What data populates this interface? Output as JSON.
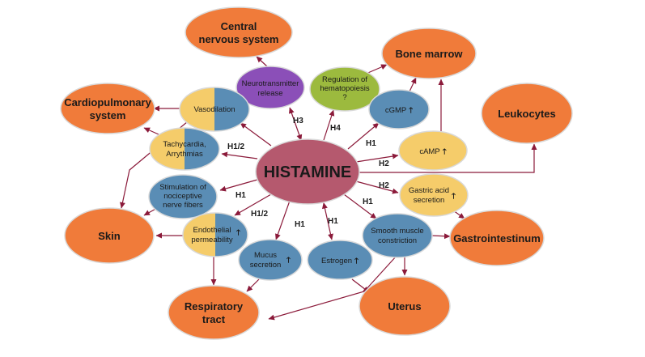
{
  "hub": {
    "label": "HISTAMINE",
    "color": "#b5596e"
  },
  "colors": {
    "organ": "#f07b3a",
    "blue": "#5a8db5",
    "yellow": "#f5cc6a",
    "purple": "#8b4fb8",
    "green": "#9cba3e",
    "arrow": "#8b1a3a"
  },
  "organs": {
    "cns": [
      "Central",
      "nervous system"
    ],
    "bone_marrow": [
      "Bone marrow"
    ],
    "cardiopulmonary": [
      "Cardiopulmonary",
      "system"
    ],
    "leukocytes": [
      "Leukocytes"
    ],
    "skin": [
      "Skin"
    ],
    "gastrointestinum": [
      "Gastrointestinum"
    ],
    "respiratory": [
      "Respiratory",
      "tract"
    ],
    "uterus": [
      "Uterus"
    ]
  },
  "effects": {
    "neurotransmitter": [
      "Neurotransmitter",
      "release"
    ],
    "hematopoiesis": [
      "Regulation of",
      "hematopoiesis",
      "?"
    ],
    "vasodilation": [
      "Vasodilation"
    ],
    "cgmp": [
      "cGMP"
    ],
    "tachycardia": [
      "Tachycardia,",
      "Arrythmias"
    ],
    "camp": [
      "cAMP"
    ],
    "nociceptive": [
      "Stimulation of",
      "nociceptive",
      "nerve fibers"
    ],
    "gastric": [
      "Gastric acid",
      "secretion"
    ],
    "endothelial": [
      "Endothelial",
      "permeability"
    ],
    "smooth_muscle": [
      "Smooth muscle",
      "constriction"
    ],
    "mucus": [
      "Mucus",
      "secretion"
    ],
    "estrogen": [
      "Estrogen"
    ]
  },
  "up_arrow": "🡑",
  "receptors": {
    "h3": "H3",
    "h4": "H4",
    "h1_cgmp": "H1",
    "h1_2_tachy": "H1/2",
    "h2_camp": "H2",
    "h2_gastric": "H2",
    "h1_noci": "H1",
    "h1_2_endo": "H1/2",
    "h1_smooth": "H1",
    "h1_mucus": "H1",
    "h1_estrogen": "H1"
  }
}
